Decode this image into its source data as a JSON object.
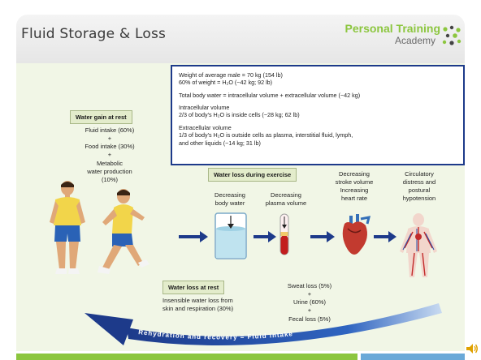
{
  "slide": {
    "title": "Fluid Storage & Loss",
    "logo": {
      "line1": "Personal Training",
      "line2": "Academy"
    }
  },
  "body_water_box": {
    "line1": "Weight of average male = 70 kg (154 lb)",
    "line2": "60% of weight = H₂O (~42 kg; 92 lb)",
    "line3": "Total body water = intracellular volume + extracellular volume (~42 kg)",
    "line4": "Intracellular volume",
    "line5": "2/3 of body's H₂O is inside cells (~28 kg; 62 lb)",
    "line6": "Extracellular volume",
    "line7": "1/3 of body's H₂O is outside cells as plasma, interstitial fluid, lymph,",
    "line8": "and other liquids (~14 kg; 31 lb)"
  },
  "water_gain": {
    "header": "Water gain at rest",
    "item1": "Fluid intake (60%)",
    "plus1": "+",
    "item2": "Food intake (30%)",
    "plus2": "+",
    "item3": "Metabolic",
    "item3b": "water production",
    "item3c": "(10%)"
  },
  "exercise": {
    "header": "Water loss during exercise",
    "step1a": "Decreasing",
    "step1b": "body water",
    "step2a": "Decreasing",
    "step2b": "plasma volume",
    "step3a": "Decreasing",
    "step3b": "stroke volume",
    "step3c": "Increasing",
    "step3d": "heart rate",
    "step4a": "Circulatory",
    "step4b": "distress and",
    "step4c": "postural",
    "step4d": "hypotension"
  },
  "water_loss_rest": {
    "header": "Water loss at rest",
    "text1": "Insensible water loss from",
    "text2": "skin and respiration (30%)",
    "sweat": "Sweat loss (5%)",
    "plus1": "+",
    "urine": "Urine (60%)",
    "plus2": "+",
    "fecal": "Fecal loss (5%)"
  },
  "rehydration": {
    "text": "Rehydration and recovery = Fluid intake"
  },
  "colors": {
    "accent_green": "#8cc63f",
    "arrow_blue": "#1d3a8a",
    "bottom_blue": "#6aa9d8"
  }
}
